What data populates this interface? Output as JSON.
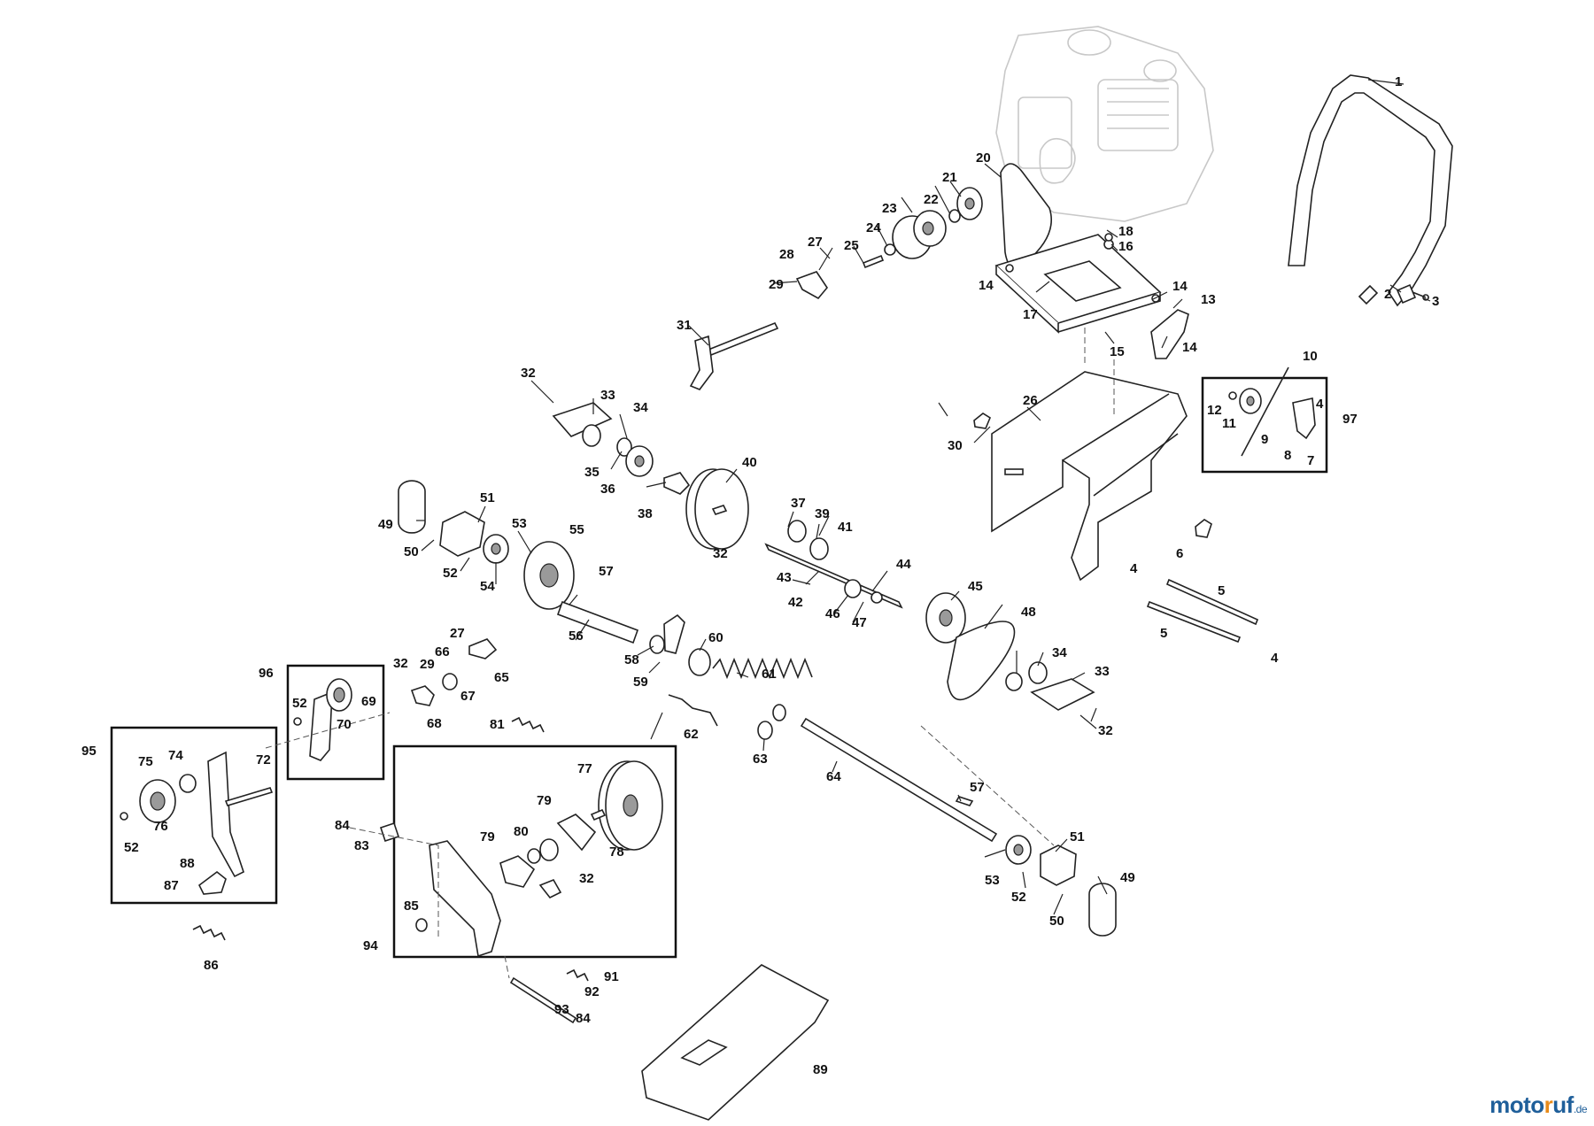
{
  "labels": {
    "n1": "1",
    "n2": "2",
    "n3": "3",
    "n4": "4",
    "n5": "5",
    "n6": "6",
    "n7": "7",
    "n8": "8",
    "n9": "9",
    "n10": "10",
    "n11": "11",
    "n12": "12",
    "n13": "13",
    "n14": "14",
    "n15": "15",
    "n16": "16",
    "n17": "17",
    "n18": "18",
    "n20": "20",
    "n21": "21",
    "n22": "22",
    "n23": "23",
    "n24": "24",
    "n25": "25",
    "n26": "26",
    "n27": "27",
    "n28": "28",
    "n29": "29",
    "n30": "30",
    "n31": "31",
    "n32": "32",
    "n33": "33",
    "n34": "34",
    "n35": "35",
    "n36": "36",
    "n37": "37",
    "n38": "38",
    "n39": "39",
    "n40": "40",
    "n41": "41",
    "n42": "42",
    "n43": "43",
    "n44": "44",
    "n45": "45",
    "n46": "46",
    "n47": "47",
    "n48": "48",
    "n49": "49",
    "n50": "50",
    "n51": "51",
    "n52": "52",
    "n53": "53",
    "n54": "54",
    "n55": "55",
    "n56": "56",
    "n57": "57",
    "n58": "58",
    "n59": "59",
    "n60": "60",
    "n61": "61",
    "n62": "62",
    "n63": "63",
    "n64": "64",
    "n65": "65",
    "n66": "66",
    "n67": "67",
    "n68": "68",
    "n69": "69",
    "n70": "70",
    "n72": "72",
    "n74": "74",
    "n75": "75",
    "n76": "76",
    "n77": "77",
    "n78": "78",
    "n79": "79",
    "n80": "80",
    "n81": "81",
    "n83": "83",
    "n84": "84",
    "n85": "85",
    "n86": "86",
    "n87": "87",
    "n88": "88",
    "n89": "89",
    "n91": "91",
    "n92": "92",
    "n93": "93",
    "n94": "94",
    "n95": "95",
    "n96": "96",
    "n97": "97"
  },
  "watermark": {
    "part1": "moto",
    "part2": "r",
    "part3": "uf",
    "tld": ".de"
  },
  "colors": {
    "watermark_blue": "#1f5f9a",
    "watermark_orange": "#e88b1a",
    "line": "#222222"
  }
}
